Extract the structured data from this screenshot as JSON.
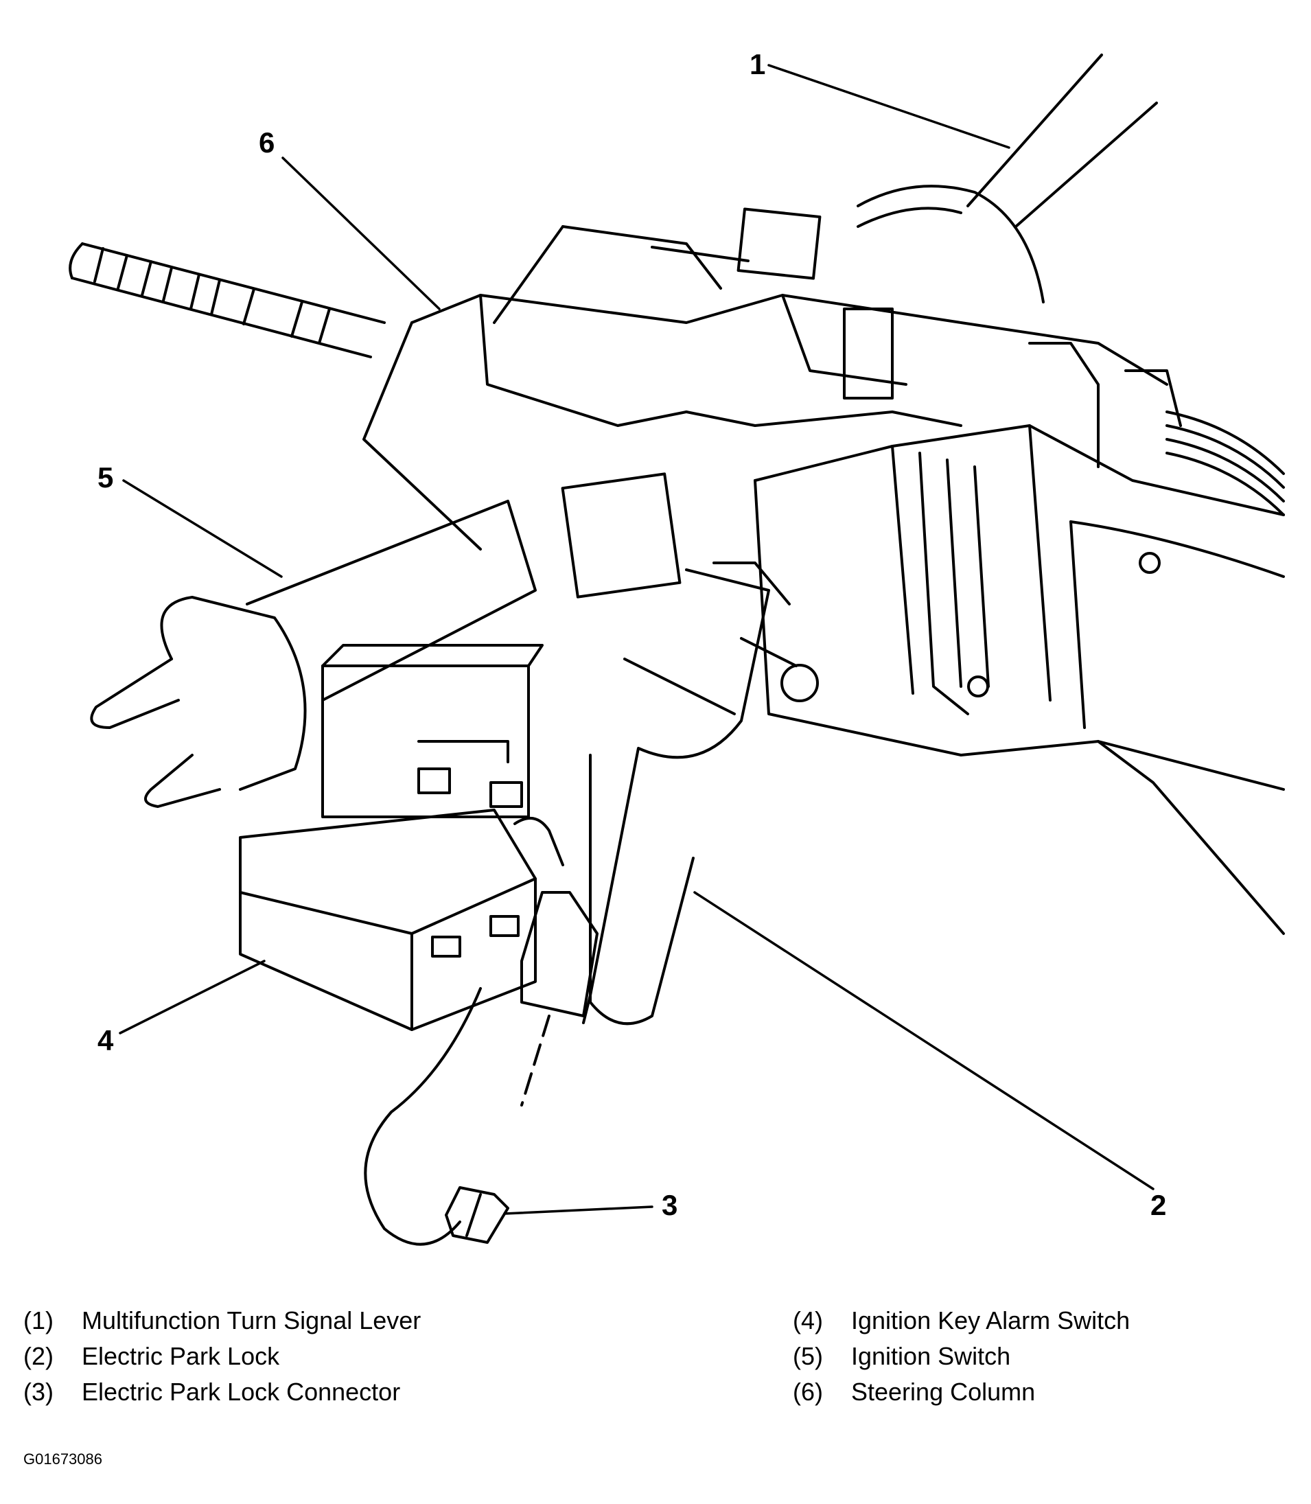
{
  "callouts": {
    "c1": "1",
    "c2": "2",
    "c3": "3",
    "c4": "4",
    "c5": "5",
    "c6": "6"
  },
  "legend": {
    "left": [
      {
        "num": "(1)",
        "label": "Multifunction Turn Signal Lever"
      },
      {
        "num": "(2)",
        "label": "Electric Park Lock"
      },
      {
        "num": "(3)",
        "label": "Electric Park Lock Connector"
      }
    ],
    "right": [
      {
        "num": "(4)",
        "label": "Ignition Key Alarm Switch"
      },
      {
        "num": "(5)",
        "label": "Ignition Switch"
      },
      {
        "num": "(6)",
        "label": "Steering Column"
      }
    ]
  },
  "figure_id": "G01673086",
  "colors": {
    "line": "#000000",
    "background": "#ffffff"
  }
}
